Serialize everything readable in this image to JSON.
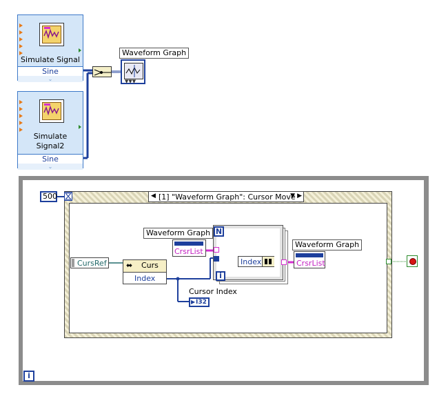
{
  "express_vis": [
    {
      "title_line1": "Simulate Signal",
      "title_line2": "",
      "output": "Sine"
    },
    {
      "title_line1": "Simulate",
      "title_line2": "Signal2",
      "output": "Sine"
    }
  ],
  "graph_terminal": {
    "label": "Waveform Graph"
  },
  "while_loop": {
    "iteration_terminal": "i"
  },
  "event_structure": {
    "timeout_value": "500",
    "case_selector": "[1] \"Waveform Graph\": Cursor Move",
    "event_ref": "CursRef"
  },
  "invoke_node": {
    "property": "Curs",
    "input": "Index"
  },
  "property_read": {
    "label": "Waveform Graph",
    "property": "CrsrList"
  },
  "property_write": {
    "label": "Waveform Graph",
    "property": "CrsrList"
  },
  "for_loop": {
    "count_terminal": "N",
    "iteration_terminal": "i",
    "index_label": "Index"
  },
  "cursor_index": {
    "label": "Cursor Index",
    "datatype": "I32"
  },
  "colors": {
    "express_vi_bg": "#cfe3f7",
    "cluster_wire": "#d42ecf",
    "numeric_wire": "#1d3f9c",
    "boolean_wire": "#2a8a2a",
    "loop_frame": "#8c8c8c",
    "event_frame": "#d9d4b6"
  }
}
